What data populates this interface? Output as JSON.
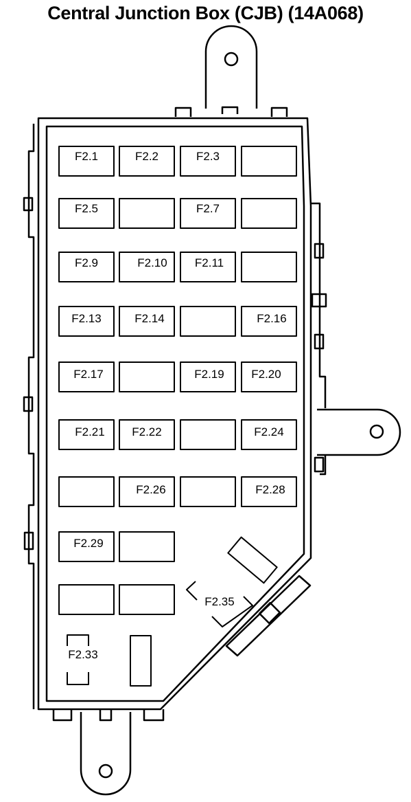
{
  "title": "Central Junction Box (CJB) (14A068)",
  "fuses": {
    "r1c1": "F2.1",
    "r1c2": "F2.2",
    "r1c3": "F2.3",
    "r1c4": "",
    "r2c1": "F2.5",
    "r2c2": "",
    "r2c3": "F2.7",
    "r2c4": "",
    "r3c1": "F2.9",
    "r3c2": "F2.10",
    "r3c3": "F2.11",
    "r3c4": "",
    "r4c1": "F2.13",
    "r4c2": "F2.14",
    "r4c3": "",
    "r4c4": "F2.16",
    "r5c1": "F2.17",
    "r5c2": "",
    "r5c3": "F2.19",
    "r5c4": "F2.20",
    "r6c1": "F2.21",
    "r6c2": "F2.22",
    "r6c3": "",
    "r6c4": "F2.24",
    "r7c1": "",
    "r7c2": "F2.26",
    "r7c3": "",
    "r7c4": "F2.28",
    "r8c1": "F2.29",
    "r8c2": "",
    "r9c1": "",
    "r9c2": ""
  },
  "special": {
    "f2_33": "F2.33",
    "f2_35": "F2.35"
  }
}
